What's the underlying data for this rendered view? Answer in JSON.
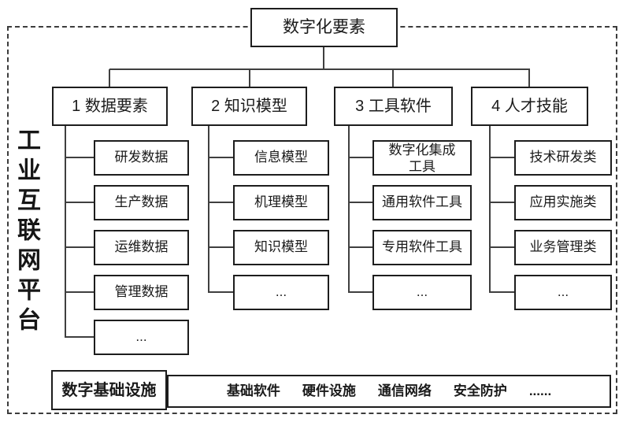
{
  "diagram": {
    "root": {
      "label": "数字化要素"
    },
    "platform": {
      "label": "工业互联网平台"
    },
    "branches": [
      {
        "label": "1 数据要素",
        "children": [
          "研发数据",
          "生产数据",
          "运维数据",
          "管理数据",
          "..."
        ]
      },
      {
        "label": "2 知识模型",
        "children": [
          "信息模型",
          "机理模型",
          "知识模型",
          "..."
        ]
      },
      {
        "label": "3 工具软件",
        "children": [
          "数字化集成工具",
          "通用软件工具",
          "专用软件工具",
          "..."
        ]
      },
      {
        "label": "4 人才技能",
        "children": [
          "技术研发类",
          "应用实施类",
          "业务管理类",
          "..."
        ]
      }
    ],
    "infrastructure": {
      "label": "数字基础设施",
      "items": [
        "基础软件",
        "硬件设施",
        "通信网络",
        "安全防护",
        "......"
      ]
    },
    "colors": {
      "background": "#ffffff",
      "box_border": "#1d1d1d",
      "connector": "#3f3f3f",
      "dashed_frame": "#3c3c3c",
      "text": "#1a1a1a"
    }
  }
}
